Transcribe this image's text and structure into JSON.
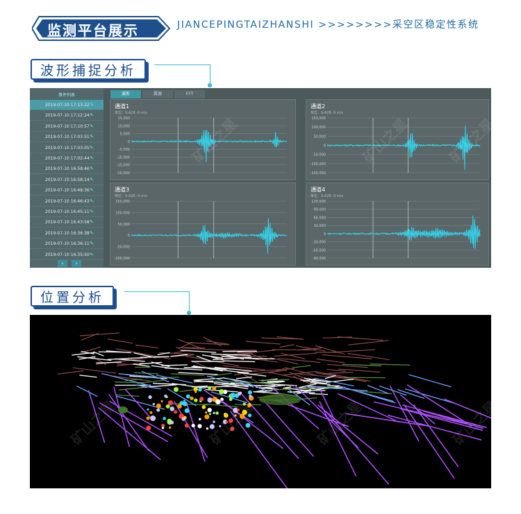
{
  "header": {
    "title": "监测平台展示",
    "subtitle": "JIANCEPINGTAIZHANSHI >>>>>>>>采空区稳定性系统",
    "colors": {
      "badge": "#1c4f8c",
      "accent": "#38b7d9"
    }
  },
  "section_waveform": {
    "label": "波形捕捉分析"
  },
  "section_position": {
    "label": "位置分析"
  },
  "waveform_panel": {
    "sidebar_title": "事件列表",
    "events": [
      "2019-07-10 17:13:22",
      "2019-07-10 17:12:24",
      "2019-07-10 17:10:57",
      "2019-07-10 17:03:51",
      "2019-07-10 17:03:05",
      "2019-07-10 17:02:44",
      "2019-07-10 16:58:46",
      "2019-07-10 16:58:14",
      "2019-07-10 16:48:36",
      "2019-07-10 16:46:43",
      "2019-07-10 16:45:11",
      "2019-07-10 16:43:58",
      "2019-07-10 16:36:38",
      "2019-07-10 16:36:11",
      "2019-07-10 16:35:50"
    ],
    "selected_event_index": 0,
    "edit_icon": "edit-icon",
    "nav": {
      "prev": "‹",
      "next": "›"
    },
    "tabs": [
      "波形",
      "震源",
      "FFT"
    ],
    "active_tab_index": 0,
    "channels": [
      {
        "name": "通道1",
        "unit": "单位：S-A28 -9 m/s",
        "ticks": [
          "15,000",
          "10,000",
          "5,000",
          "0",
          "-5,000",
          "-10,000",
          "-15,000",
          "-20,000"
        ]
      },
      {
        "name": "通道2",
        "unit": "单位：S-A28 -9 m/s",
        "ticks": [
          "150,000",
          "100,000",
          "50,000",
          "0",
          "-50,000",
          "-100,000",
          "-150,000"
        ]
      },
      {
        "name": "通道3",
        "unit": "单位：S-A28 -9 m/s",
        "ticks": [
          "150,000",
          "100,000",
          "50,000",
          "0",
          "-50,000",
          "-100,000"
        ]
      },
      {
        "name": "通道4",
        "unit": "单位：S-A28 -9 m/s",
        "ticks": [
          "120,000",
          "90,000",
          "60,000",
          "30,000",
          "0",
          "-30,000",
          "-60,000",
          "-90,000"
        ]
      }
    ]
  },
  "watermark": "矿山之星"
}
